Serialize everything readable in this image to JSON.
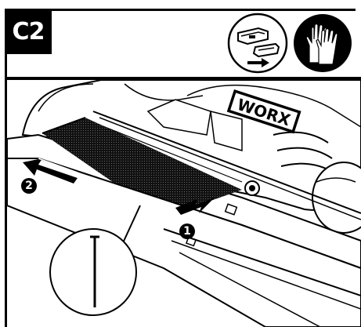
{
  "step": {
    "label": "C2"
  },
  "icons": {
    "battery": "battery-removal-icon",
    "gloves": "safety-gloves-icon"
  },
  "brand": {
    "logo_text": "WORX"
  },
  "callouts": [
    {
      "number": "1"
    },
    {
      "number": "2"
    }
  ]
}
